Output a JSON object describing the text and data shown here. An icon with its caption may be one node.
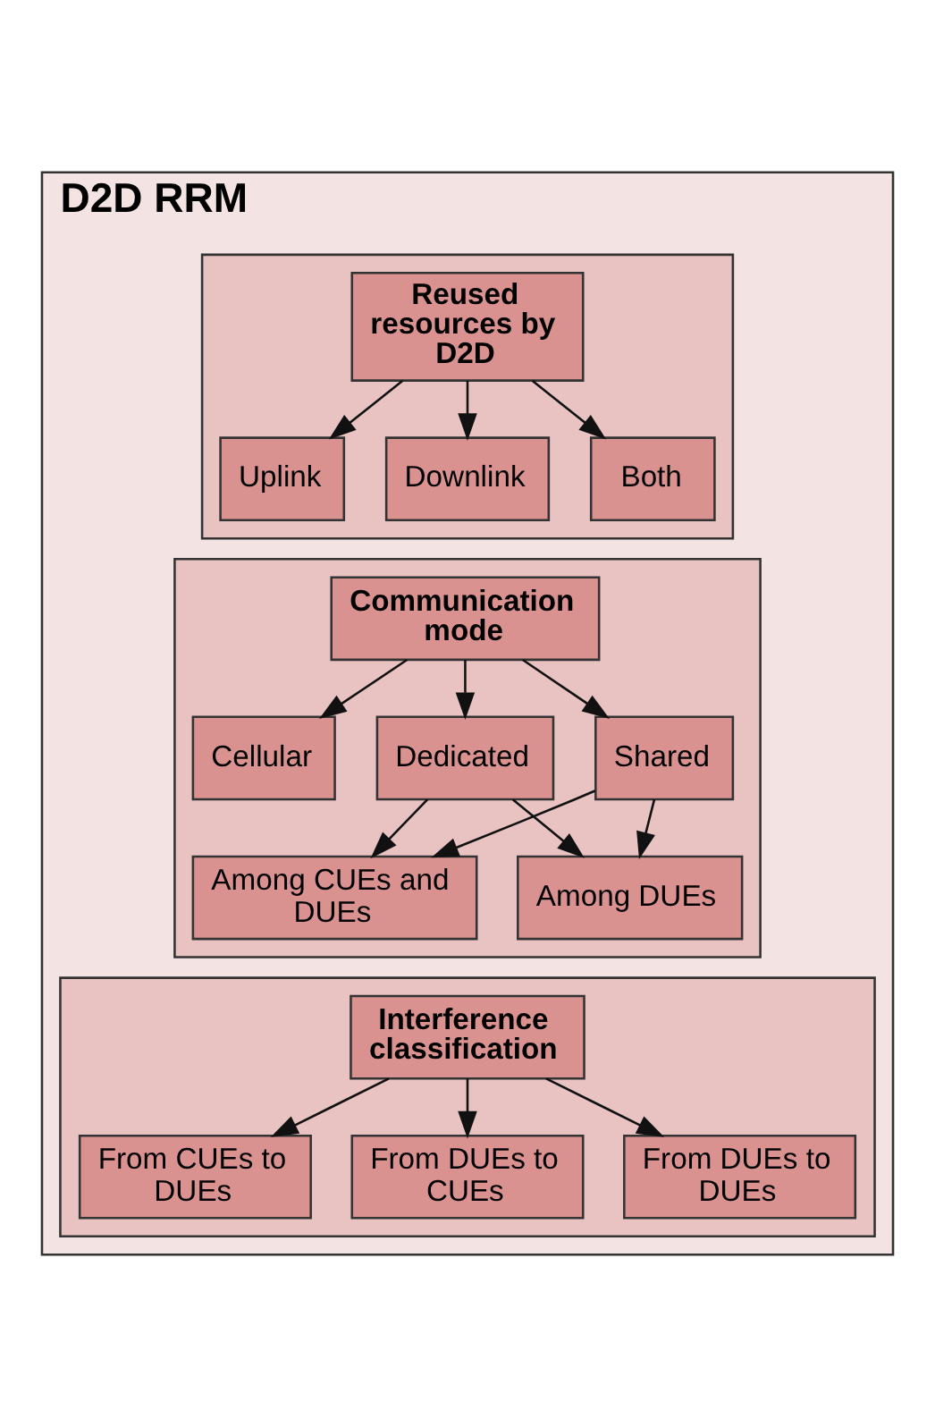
{
  "diagram": {
    "nodes": [
      {
        "text": [
          "D2D RRM"
        ]
      },
      {
        "text": [],
        "shape": "box",
        "in": 0
      },
      {
        "text": [
          "Reused resources by D2D"
        ],
        "in": 1
      },
      {
        "text": [
          "Uplink"
        ],
        "in": 1
      },
      {
        "text": [
          "Downlink"
        ],
        "in": 1
      },
      {
        "text": [
          "Both"
        ],
        "in": 1
      },
      {
        "text": [],
        "shape": "box",
        "in": 0
      },
      {
        "text": [
          "Communication mode"
        ],
        "in": 6
      },
      {
        "text": [
          "Cellular"
        ],
        "in": 6
      },
      {
        "text": [
          "Dedicated"
        ],
        "in": 6
      },
      {
        "text": [
          "Shared"
        ],
        "in": 6
      },
      {
        "text": [
          "Among CUEs and DUEs"
        ],
        "in": 6
      },
      {
        "text": [
          "Among DUEs"
        ],
        "in": 6
      },
      {
        "text": [],
        "shape": "box",
        "in": 0
      },
      {
        "text": [
          "Interference classification"
        ],
        "in": 13
      },
      {
        "text": [
          "From CUEs to DUEs"
        ],
        "in": 13
      },
      {
        "text": [
          "From DUEs to CUEs"
        ],
        "in": 13
      },
      {
        "text": [
          "From DUEs to DUEs"
        ],
        "in": 13
      }
    ],
    "edges": [
      {
        "from": 2,
        "to": 3,
        "arrow": "to"
      },
      {
        "from": 2,
        "to": 4,
        "arrow": "to"
      },
      {
        "from": 2,
        "to": 5,
        "arrow": "to"
      },
      {
        "from": 7,
        "to": 8,
        "arrow": "to"
      },
      {
        "from": 7,
        "to": 9,
        "arrow": "to"
      },
      {
        "from": 7,
        "to": 10,
        "arrow": "to"
      },
      {
        "from": 9,
        "to": 11,
        "arrow": "to"
      },
      {
        "from": 9,
        "to": 12,
        "arrow": "to"
      },
      {
        "from": 10,
        "to": 11,
        "arrow": "to"
      },
      {
        "from": 10,
        "to": 12,
        "arrow": "to"
      },
      {
        "from": 14,
        "to": 15,
        "arrow": "to"
      },
      {
        "from": 14,
        "to": 16,
        "arrow": "to"
      },
      {
        "from": 14,
        "to": 17,
        "arrow": "to"
      }
    ]
  }
}
